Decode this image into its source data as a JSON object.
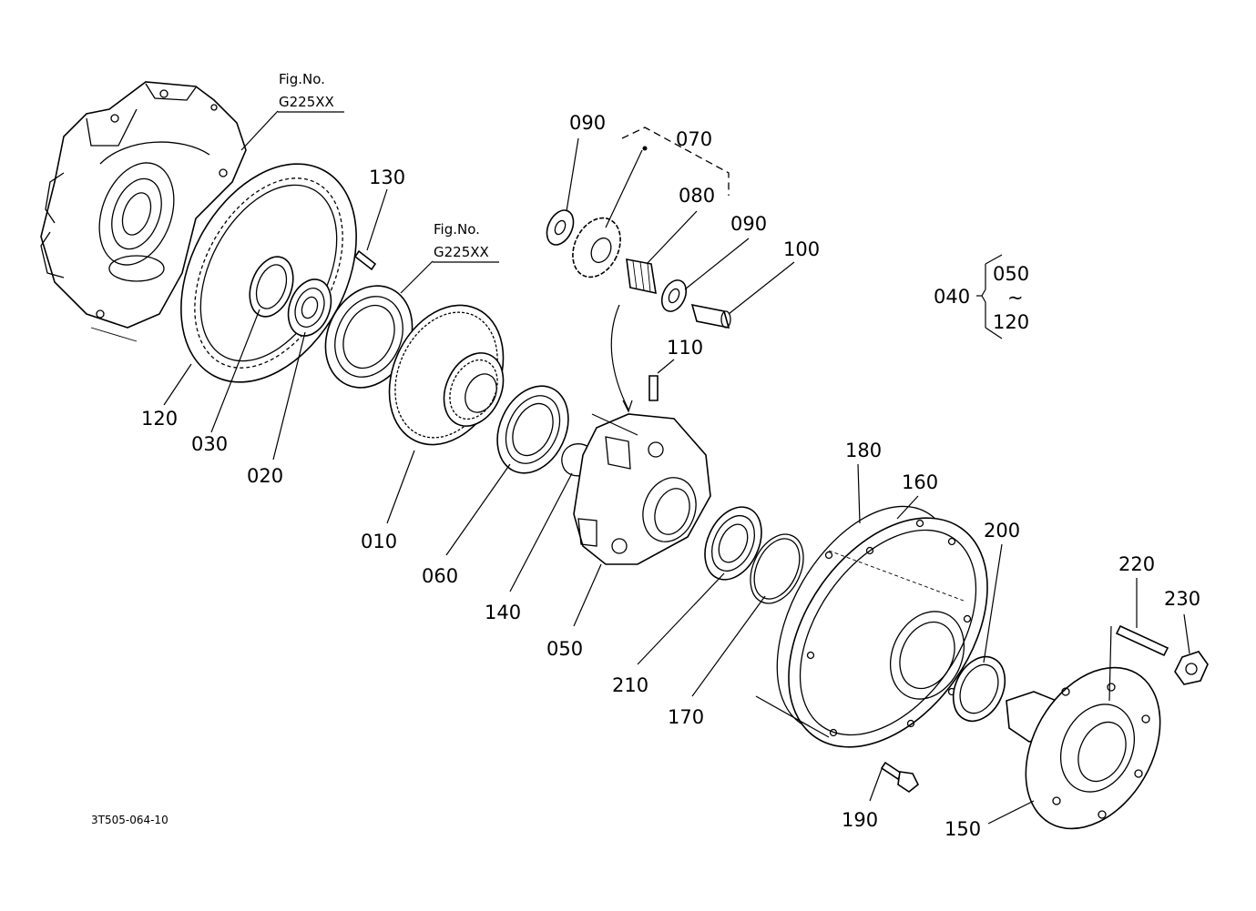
{
  "figure_refs": [
    {
      "line1": "Fig.No.",
      "line2": "G225XX"
    },
    {
      "line1": "Fig.No.",
      "line2": "G225XX"
    }
  ],
  "callouts": {
    "p010": "010",
    "p020": "020",
    "p030": "030",
    "p040": "040",
    "p050": "050",
    "p060": "060",
    "p070": "070",
    "p080": "080",
    "p090a": "090",
    "p090b": "090",
    "p100": "100",
    "p110": "110",
    "p120": "120",
    "p130": "130",
    "p140": "140",
    "p150": "150",
    "p160": "160",
    "p170": "170",
    "p180": "180",
    "p190": "190",
    "p200": "200",
    "p210": "210",
    "p220": "220",
    "p230": "230"
  },
  "assembly_group": {
    "id": "040",
    "from": "050",
    "tilde": "~",
    "to": "120"
  },
  "drawing_code": "3T505-064-10"
}
